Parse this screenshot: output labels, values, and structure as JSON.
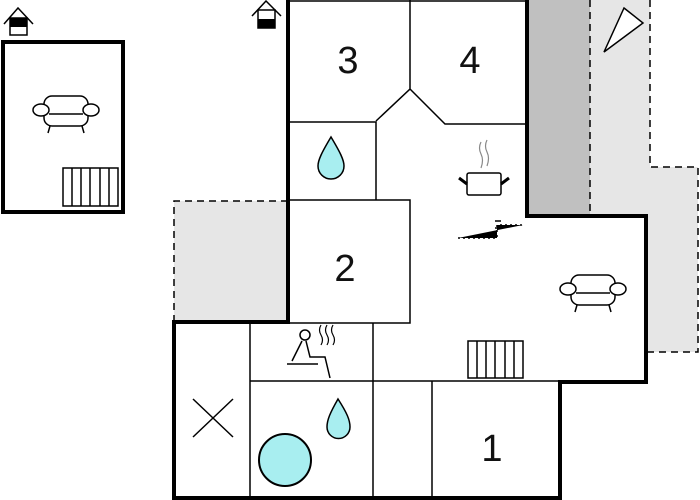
{
  "plan": {
    "rooms": [
      {
        "label": "1"
      },
      {
        "label": "2"
      },
      {
        "label": "3"
      },
      {
        "label": "4"
      }
    ],
    "icons": [
      "house-icon",
      "sofa-icon",
      "radiator-icon",
      "water-drop-icon",
      "cooking-pot-icon",
      "stairs-icon",
      "sauna-icon",
      "pool-icon",
      "compass-icon"
    ],
    "colors": {
      "wall": "#000000",
      "water": "#a8eef0",
      "terrace_dark": "#c0c0c0",
      "terrace_light": "#e6e6e6"
    }
  }
}
